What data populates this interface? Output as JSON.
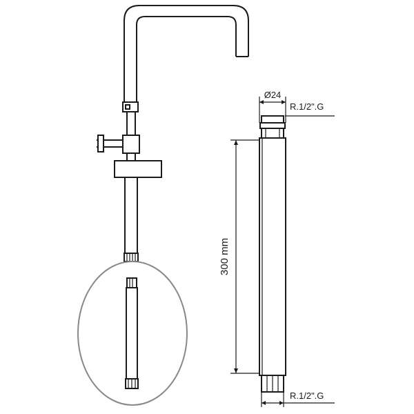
{
  "labels": {
    "diameter": "Ø24",
    "thread_top": "R.1/2\".G",
    "thread_bottom": "R.1/2\".G",
    "length": "300 mm"
  },
  "colors": {
    "line": "#1a1a1a",
    "ellipse": "#888888",
    "background": "#ffffff"
  }
}
